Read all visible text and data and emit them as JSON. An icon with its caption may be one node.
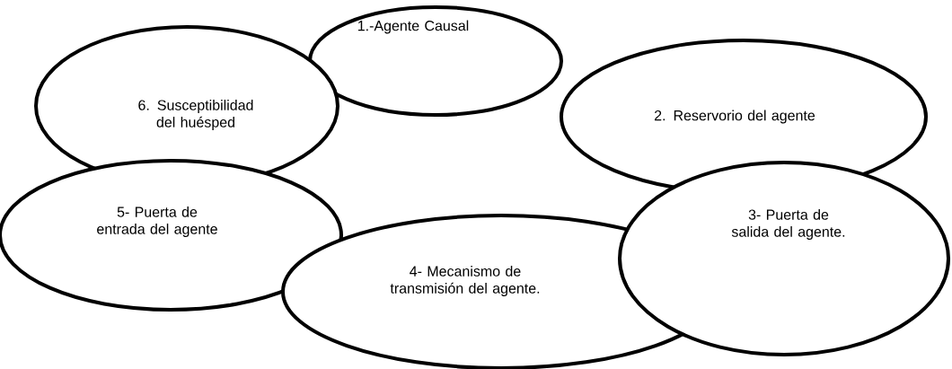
{
  "diagram": {
    "nodes": [
      {
        "text": [
          "1.-Agente Causal"
        ]
      },
      {
        "text": [
          "6. Susceptibilidad del huésped"
        ]
      },
      {
        "text": [
          "2. Reservorio del agente"
        ]
      },
      {
        "text": [
          "5- Puerta de entrada del agente"
        ]
      },
      {
        "text": [
          "3- Puerta de salida del agente."
        ]
      },
      {
        "text": [
          "4- Mecanismo de transmisión del agente."
        ]
      }
    ]
  }
}
